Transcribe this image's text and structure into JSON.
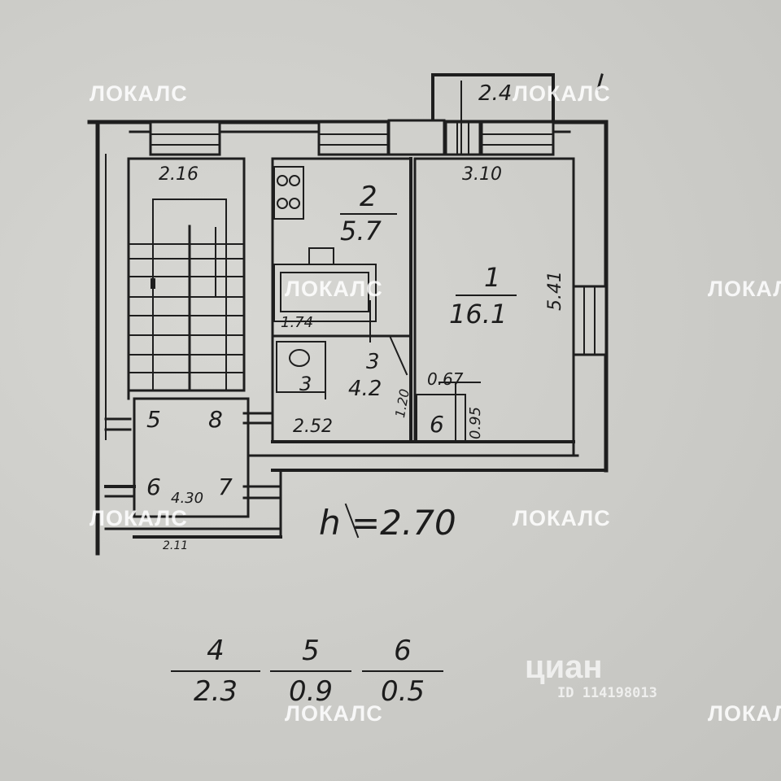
{
  "watermark": "ЛОКАЛС",
  "rooms": {
    "room1": {
      "number": "1",
      "area": "16.1"
    },
    "room2": {
      "number": "2",
      "area": "5.7"
    },
    "room3": {
      "number": "3",
      "area": "4.2"
    }
  },
  "dimensions": {
    "d_216": "2.16",
    "d_24": "2.4",
    "d_310": "3.10",
    "d_541": "5.41",
    "d_174": "1.74",
    "d_067": "0.67",
    "d_095": "0.95",
    "d_252": "2.52",
    "d_430": "4.30",
    "d_120": "1.20",
    "d_211": "2.11"
  },
  "small_numbers": {
    "n5": "5",
    "n8": "8",
    "n6a": "6",
    "n7": "7",
    "n6b": "6",
    "n3": "3"
  },
  "height_note": "h =2.70",
  "extra_rooms": [
    {
      "number": "4",
      "area": "2.3"
    },
    {
      "number": "5",
      "area": "0.9"
    },
    {
      "number": "6",
      "area": "0.5"
    }
  ],
  "cian": {
    "logo": "циан",
    "id": "ID 114198013"
  }
}
